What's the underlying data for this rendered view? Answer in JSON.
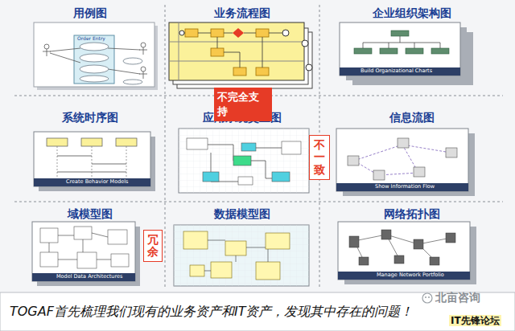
{
  "diagram": {
    "caption": "TOGAF首先梳理我们现有的业务资产和IT资产，发现其中存在的问题！",
    "nodes": [
      {
        "text": [
          "用例图"
        ]
      },
      {
        "text": [
          "业务流程图"
        ]
      },
      {
        "text": [
          "企业组织架构图"
        ]
      },
      {
        "text": [
          "系统时序图"
        ]
      },
      {
        "text": [
          "应用系统交互图"
        ]
      },
      {
        "text": [
          "信息流图"
        ]
      },
      {
        "text": [
          "域模型图"
        ]
      },
      {
        "text": [
          "数据模型图"
        ]
      },
      {
        "text": [
          "网络拓扑图"
        ]
      },
      {
        "text": [
          "不完全支持"
        ]
      },
      {
        "text": [
          "不一致"
        ]
      },
      {
        "text": [
          "冗余"
        ]
      }
    ],
    "labels": [
      "Order Entry",
      "Build Organizational Charts",
      "Create Behavior Models",
      "Show Information Flow",
      "Model Data Architectures",
      "Manage Network Portfolio",
      "北亩咨询",
      "IT先锋论坛"
    ]
  }
}
